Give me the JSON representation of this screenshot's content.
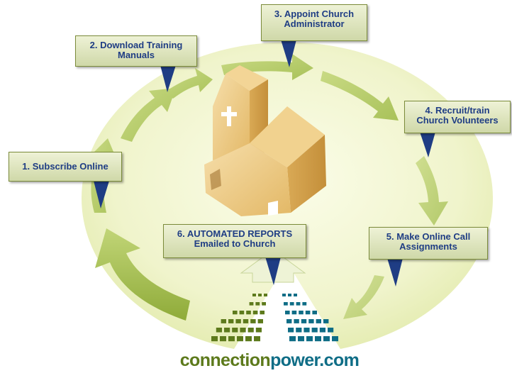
{
  "steps": [
    {
      "number": "1.",
      "lines": [
        "Subscribe Online"
      ]
    },
    {
      "number": "2.",
      "lines": [
        "Download Training",
        "Manuals"
      ]
    },
    {
      "number": "3.",
      "lines": [
        "Appoint Church",
        "Administrator"
      ]
    },
    {
      "number": "4.",
      "lines": [
        "Recruit/train",
        "Church Volunteers"
      ]
    },
    {
      "number": "5.",
      "lines": [
        "Make Online Call",
        "Assignments"
      ]
    },
    {
      "number": "6.",
      "lines": [
        "AUTOMATED REPORTS",
        "Emailed to Church"
      ]
    }
  ],
  "brand": {
    "part1": "connection",
    "part2": "power.com"
  },
  "colors": {
    "ellipse": "#eff3c8",
    "arrow": "#b9ce6c",
    "arrow_dark": "#90ad3c",
    "pointer": "#1f3d84",
    "label_text": "#1f3d84",
    "church": "#e8c47d",
    "logo_green": "#5d7a1c",
    "logo_blue": "#0f6d86"
  },
  "icons": [
    "church-icon",
    "cross-icon",
    "logo-grid-icon"
  ]
}
